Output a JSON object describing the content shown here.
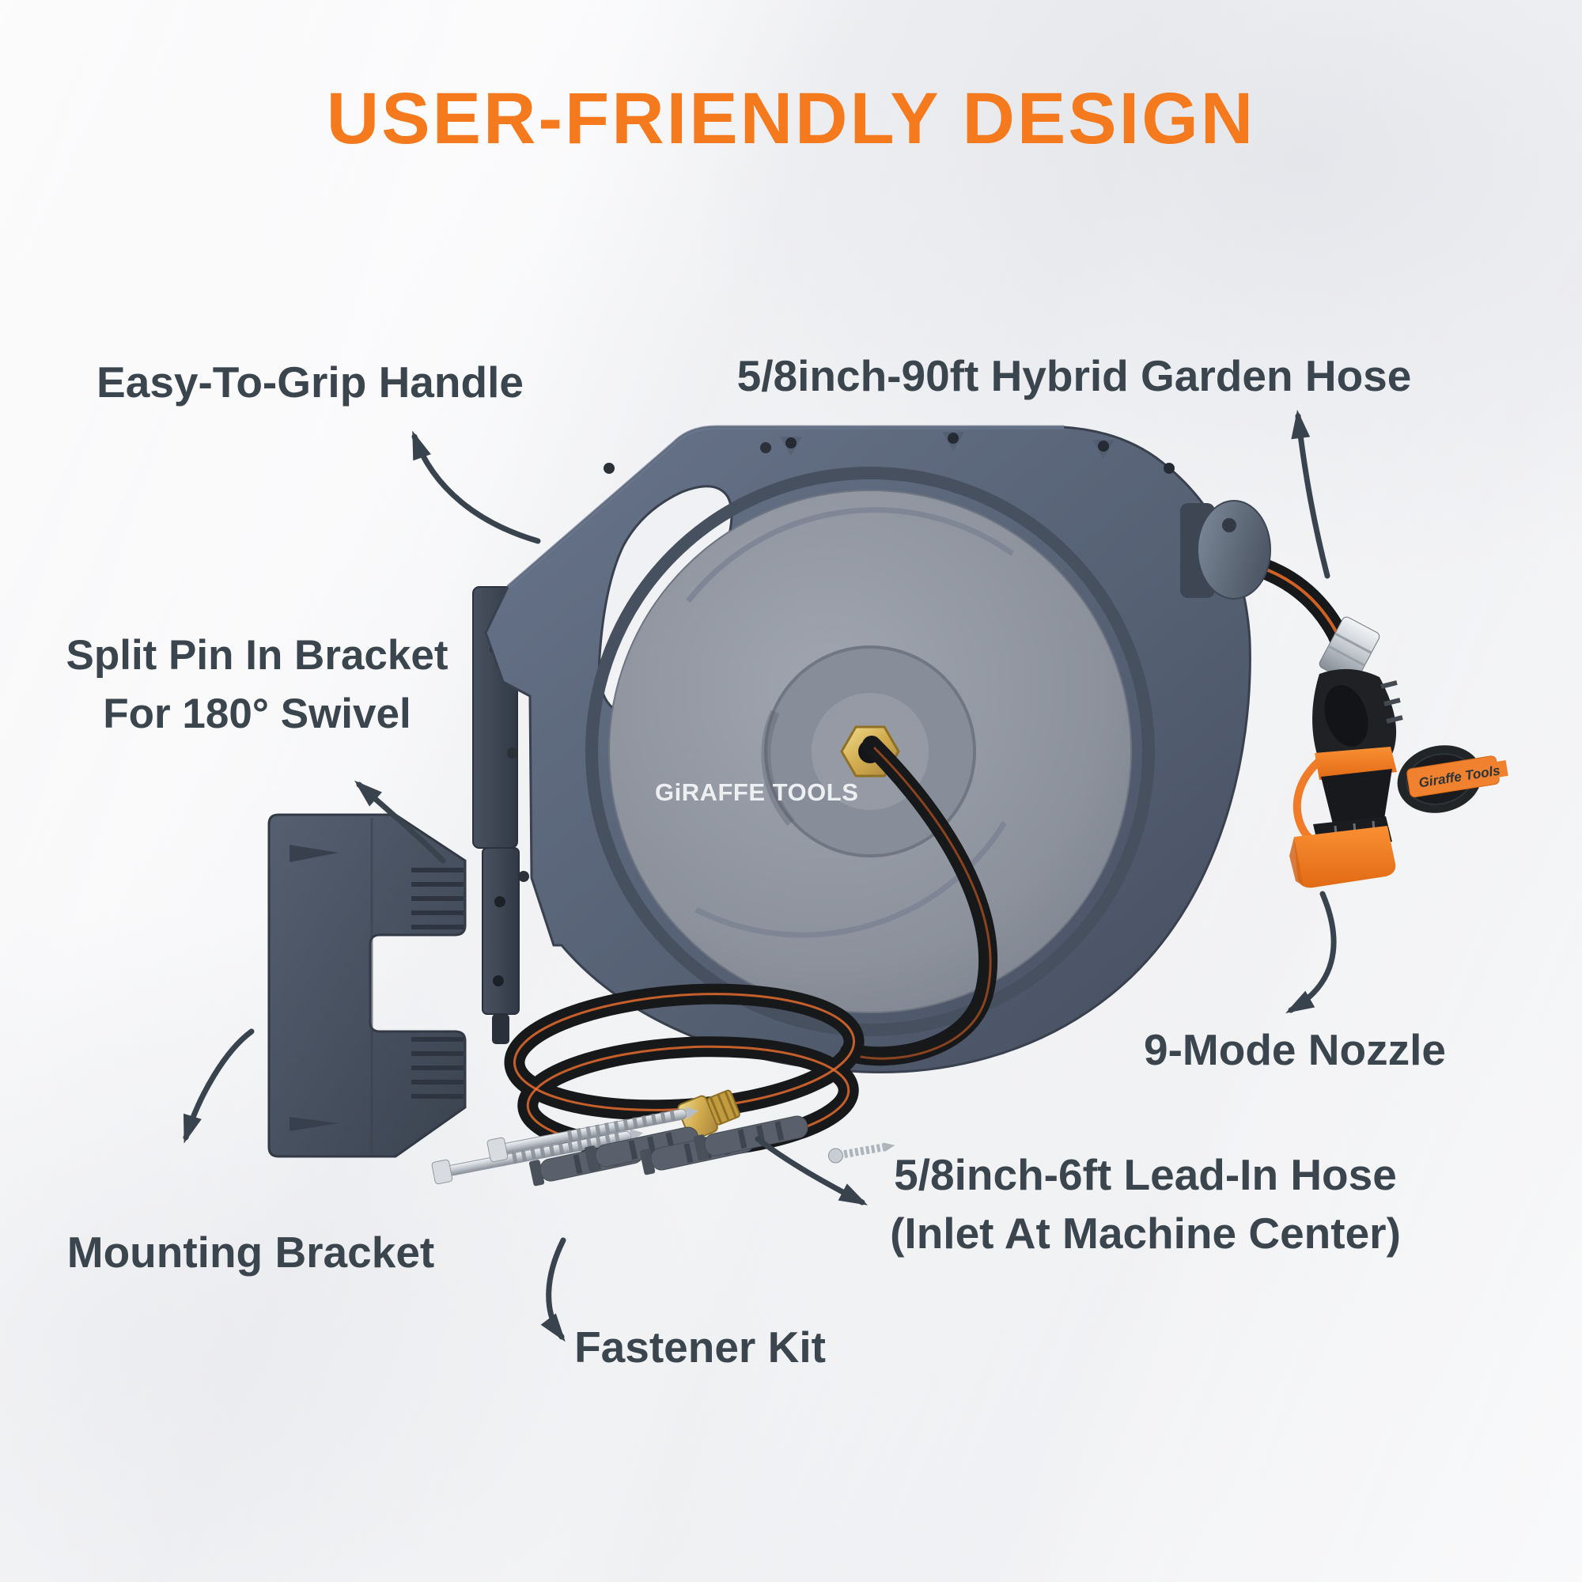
{
  "title": {
    "text": "USER-FRIENDLY DESIGN",
    "color": "#F5791D"
  },
  "theme": {
    "background": "#FAFAFB",
    "label_color": "#3A454E",
    "arrow_color": "#39434D",
    "accent_orange": "#F07B28",
    "housing_color": "#4E586C",
    "drum_color": "#9196A0",
    "brass_color": "#D9B559"
  },
  "product": {
    "brand_label": "GiRAFFE TOOLS",
    "nozzle_tag": "Giraffe Tools"
  },
  "callouts": {
    "handle": {
      "line1": "Easy-To-Grip Handle"
    },
    "garden_hose": {
      "line1": "5/8inch-90ft Hybrid Garden Hose"
    },
    "split_pin": {
      "line1": "Split Pin In Bracket",
      "line2": "For 180° Swivel"
    },
    "mounting_bracket": {
      "line1": "Mounting Bracket"
    },
    "fastener_kit": {
      "line1": "Fastener Kit"
    },
    "nozzle": {
      "line1": "9-Mode Nozzle"
    },
    "lead_in_hose": {
      "line1": "5/8inch-6ft Lead-In Hose",
      "line2": "(Inlet At Machine Center)"
    }
  }
}
